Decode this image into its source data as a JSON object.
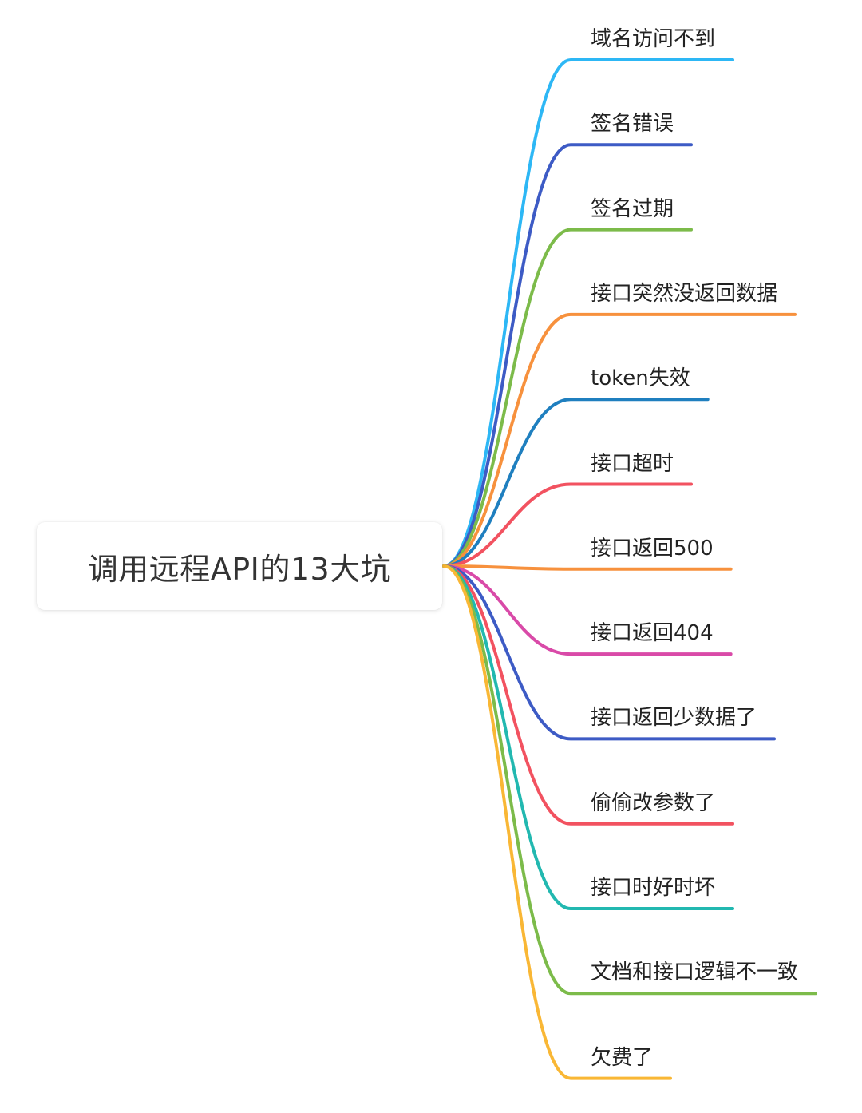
{
  "root": {
    "label": "调用远程API的13大坑"
  },
  "branches": [
    {
      "label": "域名访问不到",
      "color": "#2db7f5"
    },
    {
      "label": "签名错误",
      "color": "#3d5bc5"
    },
    {
      "label": "签名过期",
      "color": "#7cbb4a"
    },
    {
      "label": "接口突然没返回数据",
      "color": "#f7913d"
    },
    {
      "label": "token失效",
      "color": "#1f7fbf"
    },
    {
      "label": "接口超时",
      "color": "#f25260"
    },
    {
      "label": "接口返回500",
      "color": "#f7913d"
    },
    {
      "label": "接口返回404",
      "color": "#d94aa8"
    },
    {
      "label": "接口返回少数据了",
      "color": "#3d5bc5"
    },
    {
      "label": "偷偷改参数了",
      "color": "#f25260"
    },
    {
      "label": "接口时好时坏",
      "color": "#22b8b0"
    },
    {
      "label": "文档和接口逻辑不一致",
      "color": "#7cbb4a"
    },
    {
      "label": "欠费了",
      "color": "#f9b735"
    }
  ]
}
